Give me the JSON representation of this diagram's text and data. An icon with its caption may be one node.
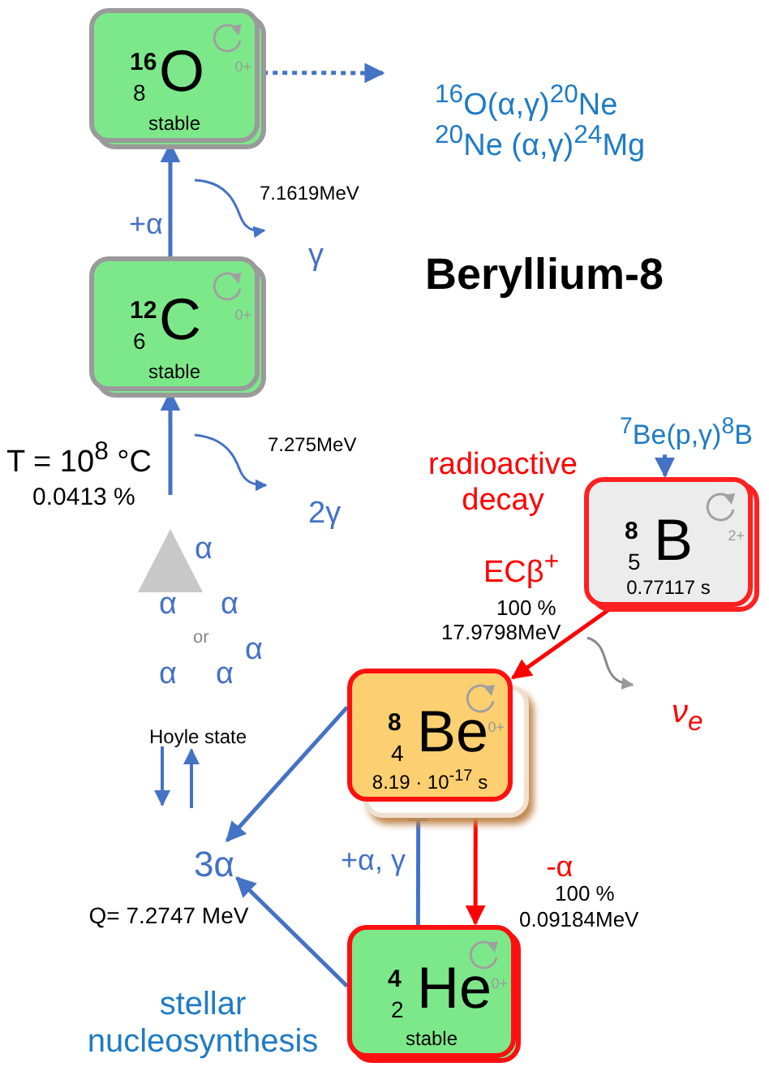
{
  "diagram": {
    "title": "Beryllium-8",
    "nodes": [
      {
        "text": [
          "16",
          "8",
          "O",
          "0+",
          "stable"
        ]
      },
      {
        "text": [
          "12",
          "6",
          "C",
          "0+",
          "stable"
        ]
      },
      {
        "text": [
          "8",
          "5",
          "B",
          "2+",
          "0.77117 s"
        ]
      },
      {
        "text": [
          "8",
          "4",
          "Be",
          "0+",
          "8.19 · 10$^{-17}$ s"
        ]
      },
      {
        "text": [
          "4",
          "2",
          "He",
          "0+",
          "stable"
        ]
      },
      {
        "text": [
          "3α"
        ],
        "beside": [
          "Q= 7.2747 MeV"
        ]
      },
      {
        "text": [
          "$^{7}$Be(p,γ)$^{8}$B"
        ]
      }
    ],
    "edges": [
      {
        "from": 1,
        "to": 0,
        "arrow": "to",
        "label": "+α"
      },
      {
        "from": null,
        "to": 1,
        "arrow": "to"
      },
      {
        "from": 0,
        "to": null,
        "arrow": "to",
        "style": "dashed"
      },
      {
        "from": 6,
        "to": 2,
        "arrow": "to"
      },
      {
        "from": 2,
        "to": 3,
        "arrow": "to",
        "color": "#ff0000"
      },
      {
        "from": 3,
        "to": 5,
        "arrow": "to"
      },
      {
        "from": 4,
        "to": 5,
        "arrow": "to"
      },
      {
        "from": 4,
        "to": 3,
        "arrow": "to",
        "label": "+α, γ"
      },
      {
        "from": 3,
        "to": 4,
        "arrow": "to",
        "label": "-α",
        "color": "#ff0000"
      }
    ],
    "labels": [
      "$^{16}$O(α,γ)$^{20}$Ne",
      "$^{20}$Ne (α,γ)$^{24}$Mg",
      "7.1619MeV",
      "γ",
      "T = 10$^{8}$ °C",
      "0.0413 %",
      "7.275MeV",
      "2γ",
      "radioactive decay",
      "α",
      "α",
      "α",
      "or",
      "α",
      "α",
      "α",
      "ECβ$^{+}$",
      "100 %",
      "17.9798MeV",
      "ν$_{e}$",
      "Hoyle state",
      "100 %",
      "0.09184MeV",
      "stellar nucleosynthesis"
    ]
  }
}
